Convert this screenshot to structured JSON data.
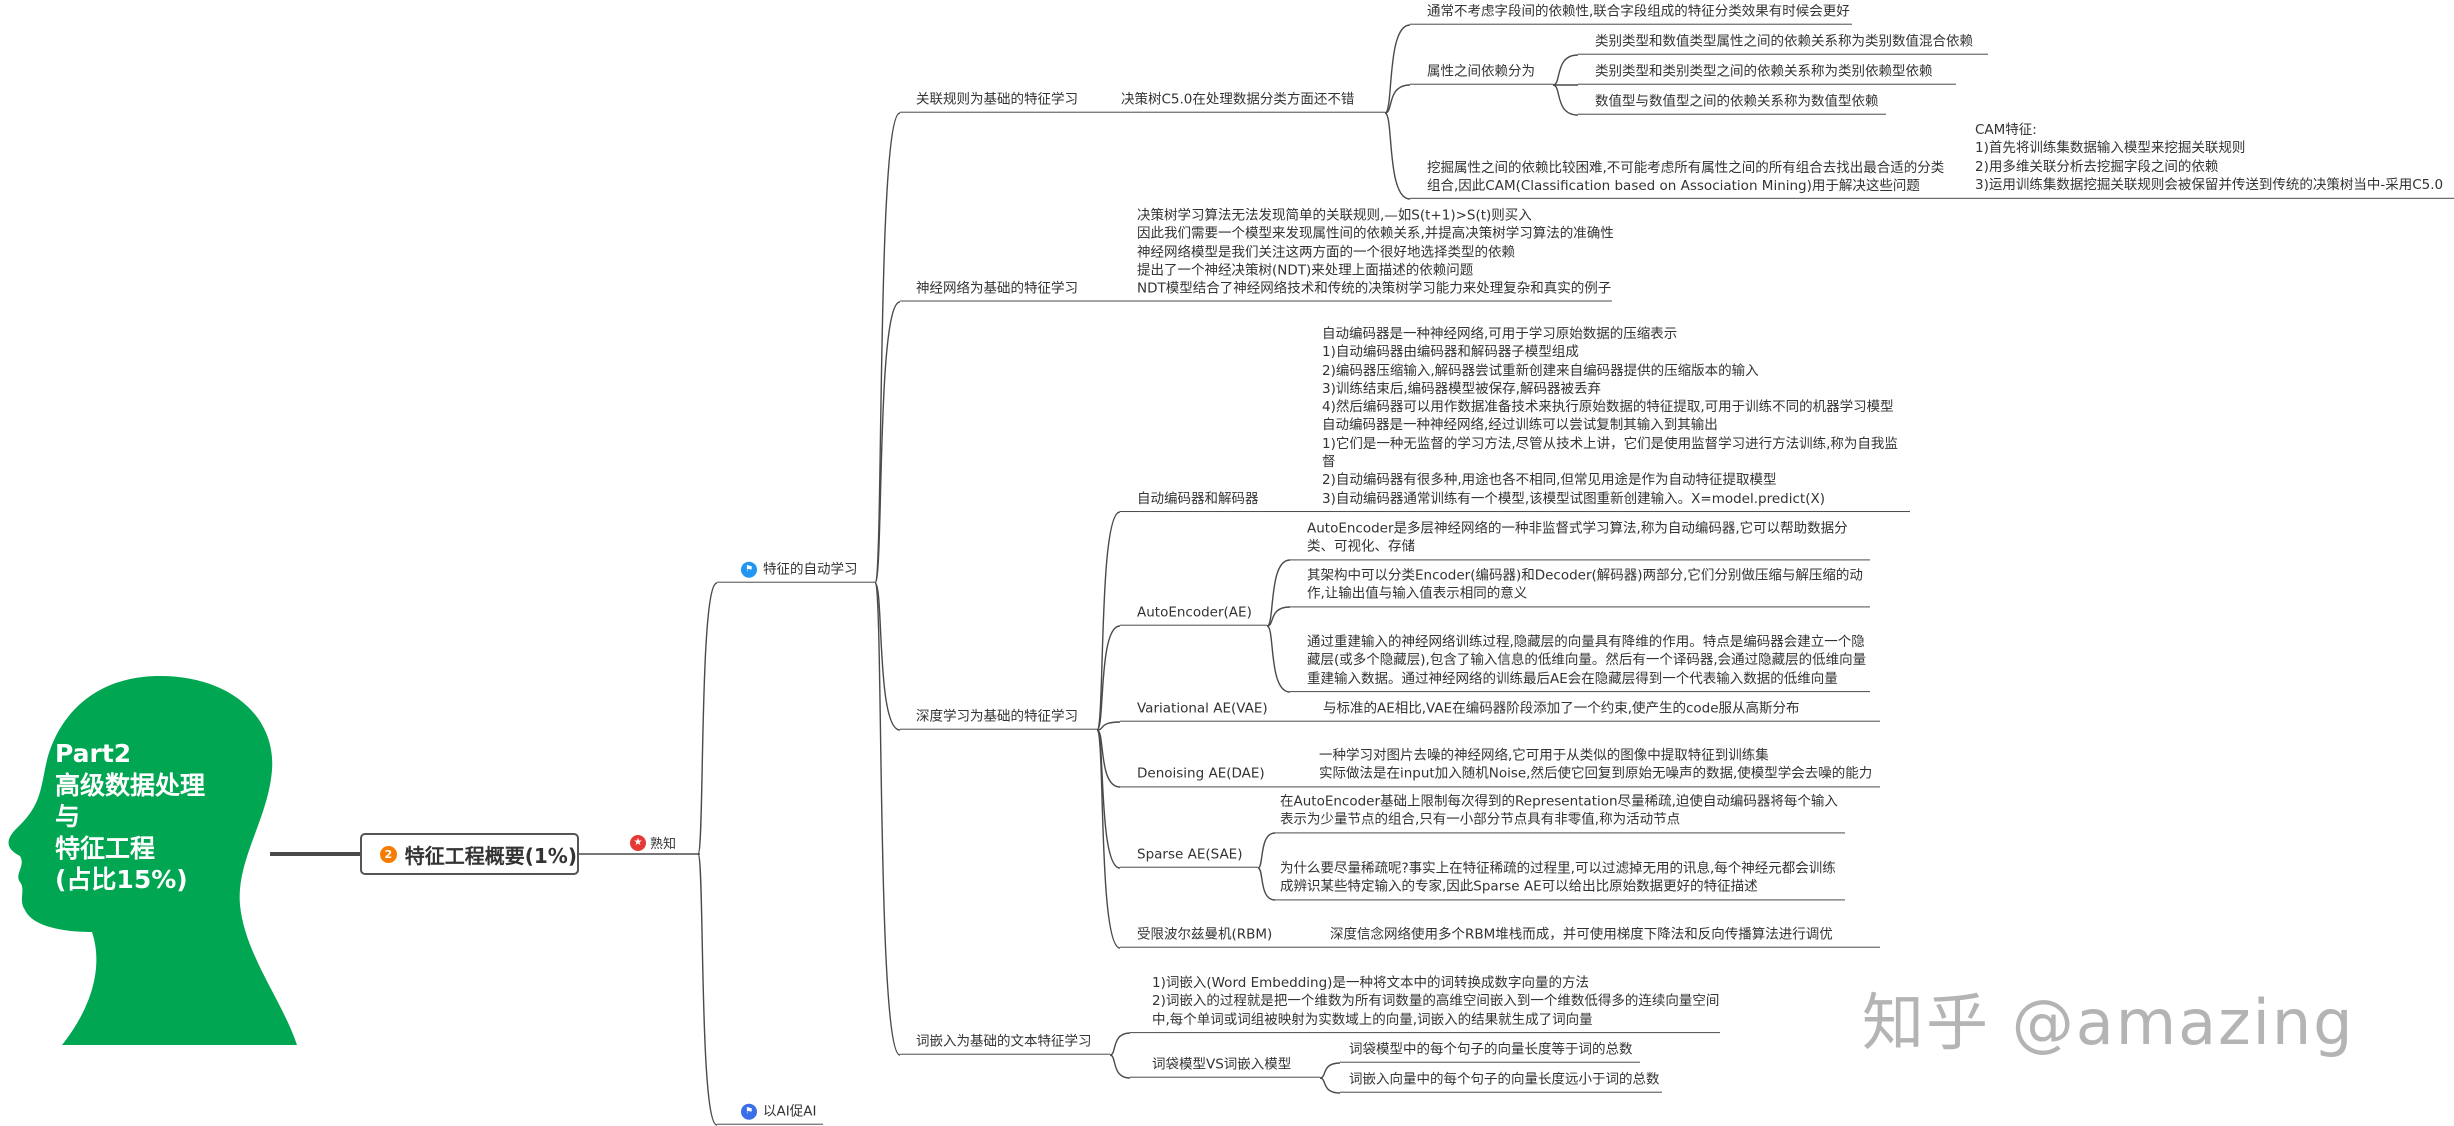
{
  "head": {
    "color": "#00a651",
    "lines": [
      "Part2",
      "高级数据处理",
      "与",
      "特征工程",
      "(占比15%)"
    ]
  },
  "central": {
    "badge": "2",
    "badge_color": "#f57c00",
    "title": "特征工程概要(1%)",
    "marker_icon": "red-star-icon",
    "marker_color": "#e53935",
    "marker_label": "熟知"
  },
  "branches": {
    "auto": {
      "icon": "blue-flag-icon",
      "icon_color": "#2196f3",
      "label": "特征的自动学习",
      "assoc": {
        "label": "关联规则为基础的特征学习",
        "c50": {
          "label": "决策树C5.0在处理数据分类方面还不错",
          "usually": "通常不考虑字段间的依赖性,联合字段组成的特征分类效果有时候会更好",
          "dependency": {
            "label": "属性之间依赖分为",
            "items": [
              "类别类型和数值类型属性之间的依赖关系称为类别数值混合依赖",
              "类别类型和类别类型之间的依赖关系称为类别依赖型依赖",
              "数值型与数值型之间的依赖关系称为数值型依赖"
            ]
          },
          "mining": "挖掘属性之间的依赖比较困难,不可能考虑所有属性之间的所有组合去找出最合适的分类组合,因此CAM(Classification based on Association  Mining)用于解决这些问题",
          "cam": "CAM特征:\n1)首先将训练集数据输入模型来挖掘关联规则\n2)用多维关联分析去挖掘字段之间的依赖\n3)运用训练集数据挖掘关联规则会被保留并传送到传统的决策树当中-采用C5.0"
        }
      },
      "neural": {
        "label": "神经网络为基础的特征学习",
        "text": "决策树学习算法无法发现简单的关联规则,—如S(t+1)>S(t)则买入\n因此我们需要一个模型来发现属性间的依赖关系,并提高决策树学习算法的准确性\n神经网络模型是我们关注这两方面的一个很好地选择类型的依赖\n提出了一个神经决策树(NDT)来处理上面描述的依赖问题\nNDT模型结合了神经网络技术和传统的决策树学习能力来处理复杂和真实的例子"
      },
      "deep": {
        "label": "深度学习为基础的特征学习",
        "autoenc": {
          "label": "自动编码器和解码器",
          "text": "自动编码器是一种神经网络,可用于学习原始数据的压缩表示\n1)自动编码器由编码器和解码器子模型组成\n2)编码器压缩输入,解码器尝试重新创建来自编码器提供的压缩版本的输入\n3)训练结束后,编码器模型被保存,解码器被丢弃\n4)然后编码器可以用作数据准备技术来执行原始数据的特征提取,可用于训练不同的机器学习模型\n自动编码器是一种神经网络,经过训练可以尝试复制其输入到其输出\n1)它们是一种无监督的学习方法,尽管从技术上讲，它们是使用监督学习进行方法训练,称为自我监督\n2)自动编码器有很多种,用途也各不相同,但常见用途是作为自动特征提取模型\n3)自动编码器通常训练有一个模型,该模型试图重新创建输入。X=model.predict(X)"
        },
        "ae": {
          "label": "AutoEncoder(AE)",
          "items": [
            "AutoEncoder是多层神经网络的一种非监督式学习算法,称为自动编码器,它可以帮助数据分类、可视化、存储",
            "其架构中可以分类Encoder(编码器)和Decoder(解码器)两部分,它们分别做压缩与解压缩的动作,让输出值与输入值表示相同的意义",
            "通过重建输入的神经网络训练过程,隐藏层的向量具有降维的作用。特点是编码器会建立一个隐藏层(或多个隐藏层),包含了输入信息的低维向量。然后有一个译码器,会通过隐藏层的低维向量重建输入数据。通过神经网络的训练最后AE会在隐藏层得到一个代表输入数据的低维向量"
          ]
        },
        "vae": {
          "label": "Variational AE(VAE)",
          "text": "与标准的AE相比,VAE在编码器阶段添加了一个约束,使产生的code服从高斯分布"
        },
        "dae": {
          "label": "Denoising AE(DAE)",
          "text": "一种学习对图片去噪的神经网络,它可用于从类似的图像中提取特征到训练集\n实际做法是在input加入随机Noise,然后使它回复到原始无噪声的数据,使模型学会去噪的能力"
        },
        "sae": {
          "label": "Sparse AE(SAE)",
          "items": [
            "在AutoEncoder基础上限制每次得到的Representation尽量稀疏,迫使自动编码器将每个输入表示为少量节点的组合,只有一小部分节点具有非零值,称为活动节点",
            "为什么要尽量稀疏呢?事实上在特征稀疏的过程里,可以过滤掉无用的讯息,每个神经元都会训练成辨识某些特定输入的专家,因此Sparse AE可以给出比原始数据更好的特征描述"
          ]
        },
        "rbm": {
          "label": "受限波尔兹曼机(RBM)",
          "text": "深度信念网络使用多个RBM堆栈而成，并可使用梯度下降法和反向传播算法进行调优"
        }
      },
      "embedding": {
        "label": "词嵌入为基础的文本特征学习",
        "text": "1)词嵌入(Word Embedding)是一种将文本中的词转换成数字向量的方法\n2)词嵌入的过程就是把一个维数为所有词数量的高维空间嵌入到一个维数低得多的连续向量空间中,每个单词或词组被映射为实数域上的向量,词嵌入的结果就生成了词向量",
        "bow": {
          "label": "词袋模型VS词嵌入模型",
          "items": [
            "词袋模型中的每个句子的向量长度等于词的总数",
            "词嵌入向量中的每个句子的向量长度远小于词的总数"
          ]
        }
      }
    },
    "aiai": {
      "icon": "blue-flag-icon",
      "icon_color": "#3a6fe8",
      "label": "以AI促AI"
    }
  },
  "watermark": "知乎 @amazing"
}
